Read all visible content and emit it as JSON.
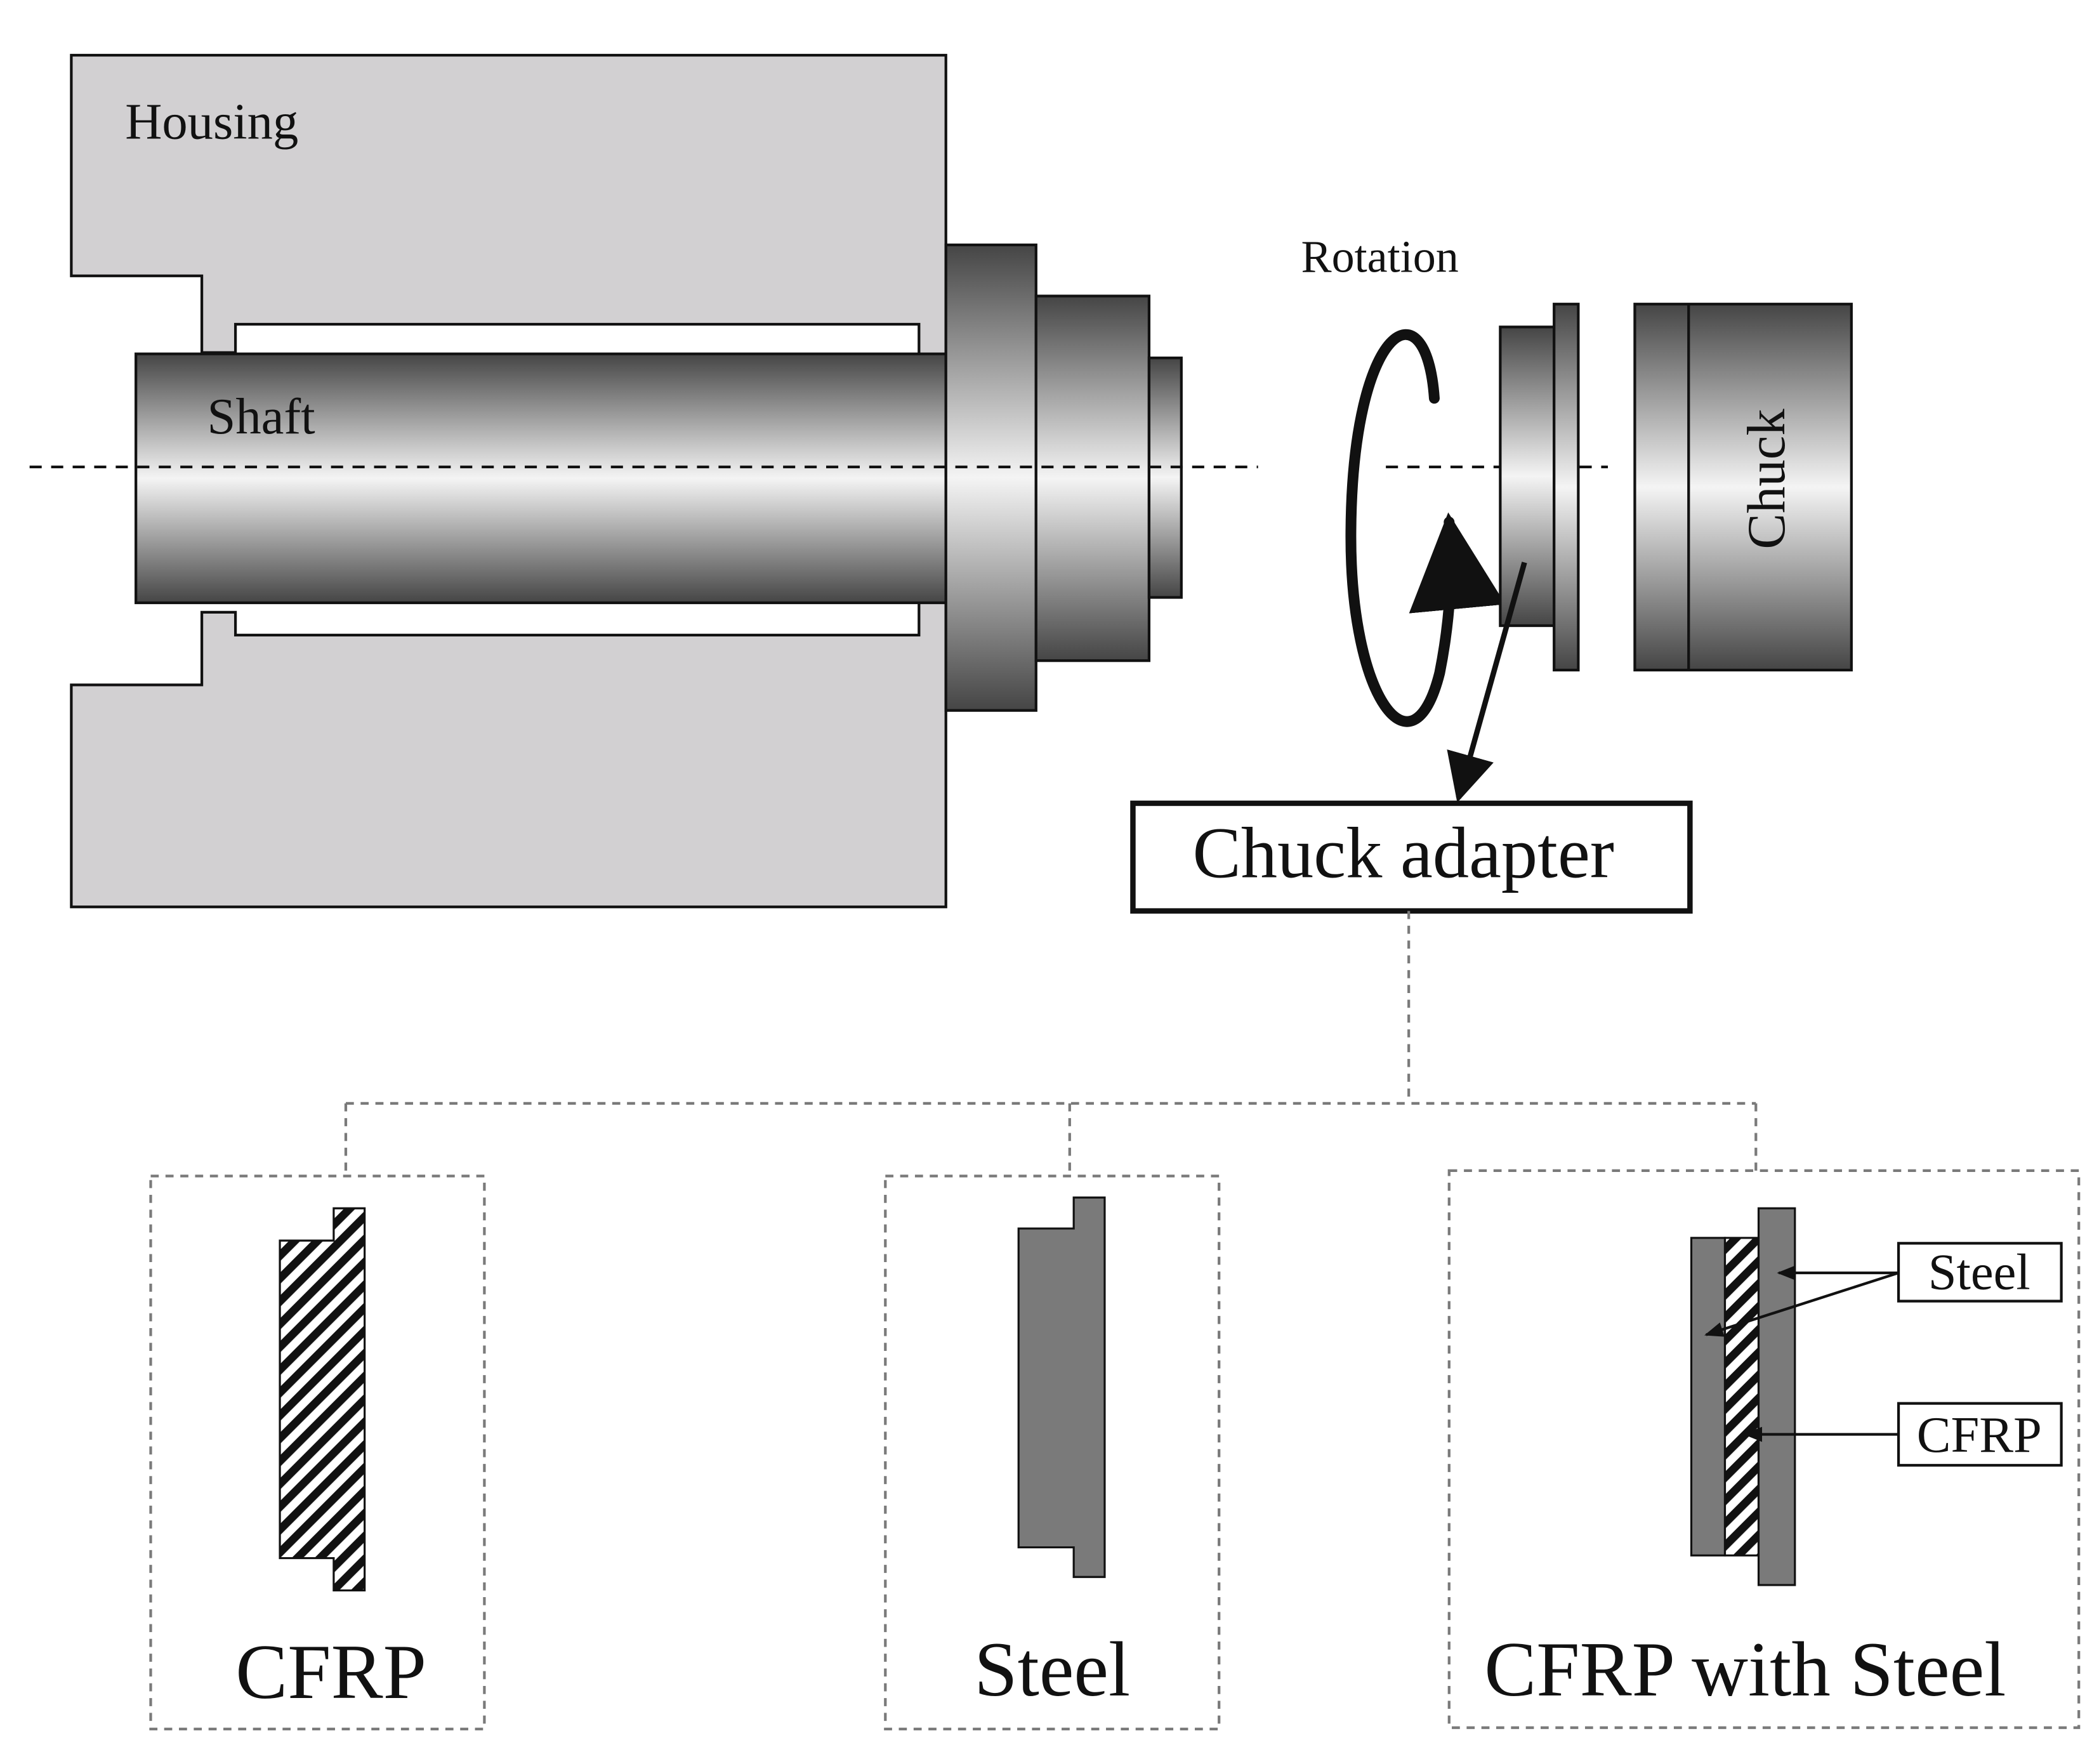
{
  "labels": {
    "housing": "Housing",
    "shaft": "Shaft",
    "rotation": "Rotation",
    "chuck": "Chuck",
    "chuck_adapter": "Chuck adapter"
  },
  "variants": [
    {
      "caption": "CFRP",
      "material": "cfrp"
    },
    {
      "caption": "Steel",
      "material": "steel"
    },
    {
      "caption": "CFRP with Steel",
      "material": "hybrid"
    }
  ],
  "callouts": {
    "steel": "Steel",
    "cfrp": "CFRP"
  },
  "colors": {
    "housing_fill": "#d2d0d2",
    "steel_fill": "#7a7a7a",
    "outline": "#111111",
    "dashed_lines": "#7a7a7a"
  }
}
